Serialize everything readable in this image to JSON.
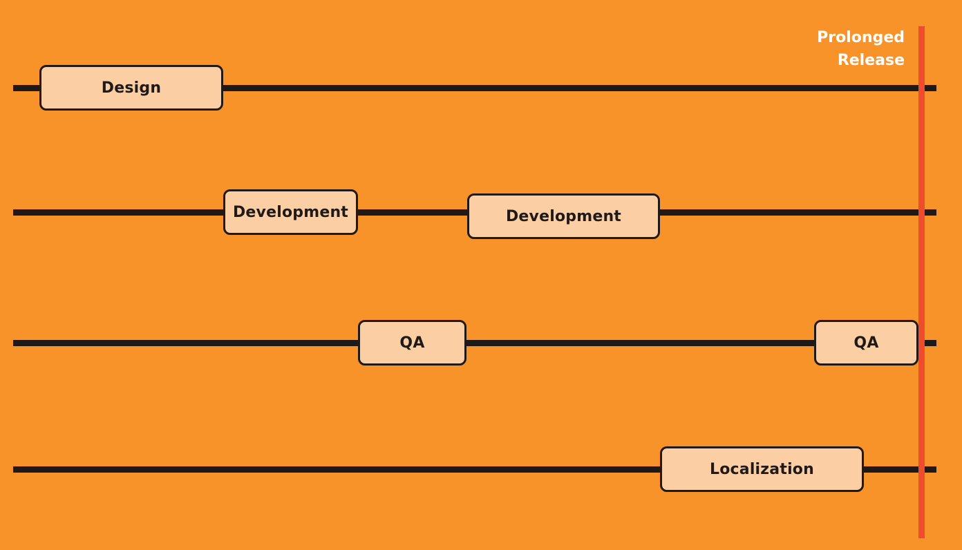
{
  "release_marker": {
    "label_line1": "Prolonged",
    "label_line2": "Release",
    "color": "#EF4B2E"
  },
  "lanes": [
    {
      "tasks": [
        {
          "label": "Design"
        }
      ]
    },
    {
      "tasks": [
        {
          "label": "Development"
        },
        {
          "label": "Development"
        }
      ]
    },
    {
      "tasks": [
        {
          "label": "QA"
        },
        {
          "label": "QA"
        }
      ]
    },
    {
      "tasks": [
        {
          "label": "Localization"
        }
      ]
    }
  ],
  "colors": {
    "background": "#F79329",
    "lane_line": "#1F1A17",
    "task_fill": "#FBCFA3",
    "task_border": "#1F1A17",
    "label_text": "#FFFFFF"
  }
}
